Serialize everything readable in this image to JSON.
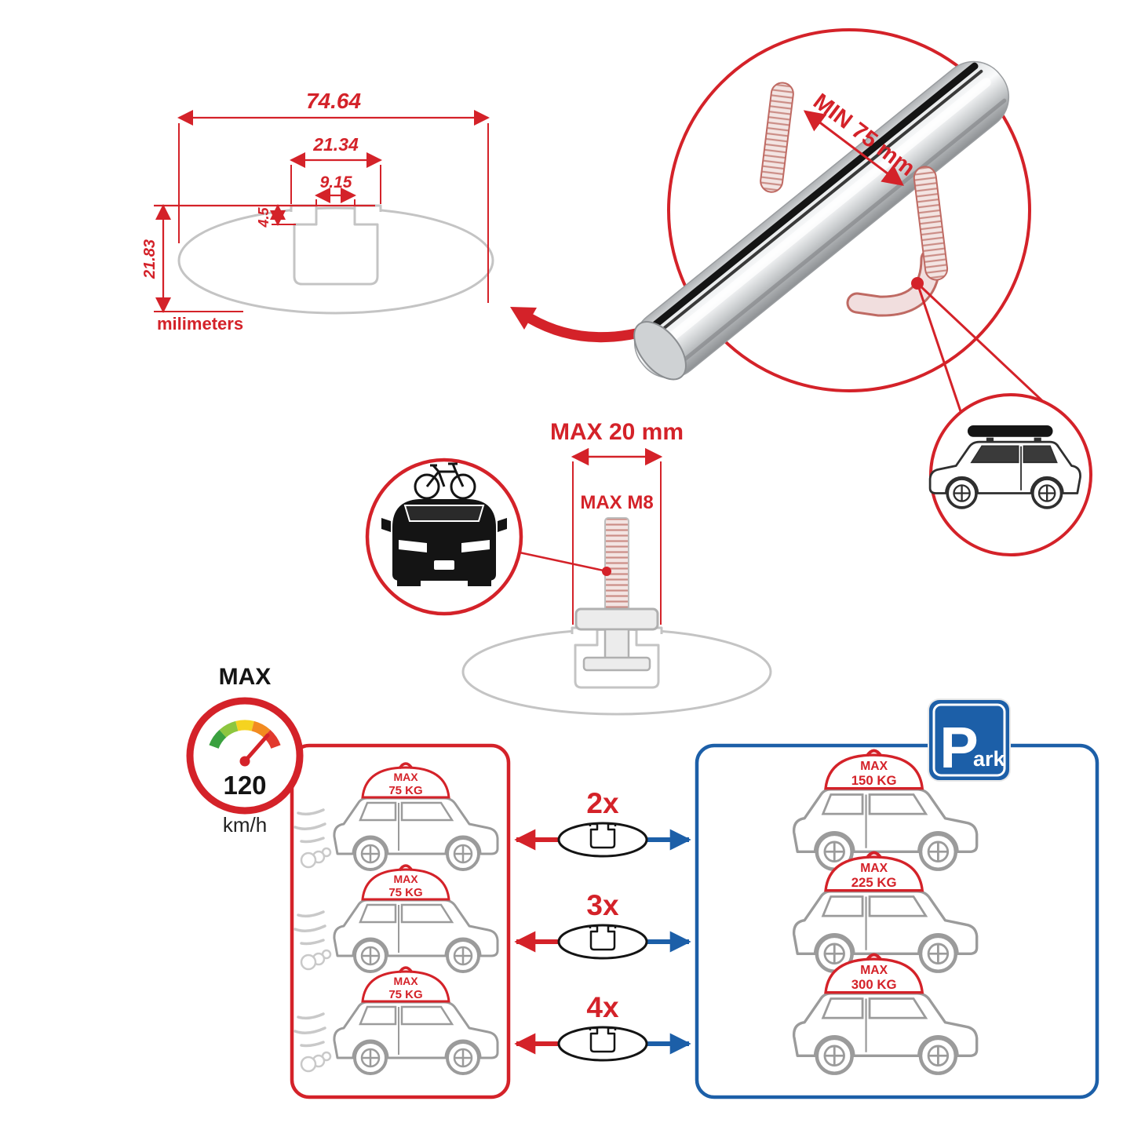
{
  "colors": {
    "accent_red": "#d42229",
    "accent_blue": "#1c5fa8",
    "diagram_gray": "#c4c4c4",
    "car_gray": "#9b9b9b"
  },
  "cross_section": {
    "dim_total_width": "74.64",
    "dim_slot_outer": "21.34",
    "dim_slot_inner": "9.15",
    "dim_lip_depth": "4.5",
    "dim_height": "21.83",
    "unit_label": "milimeters"
  },
  "bar_detail": {
    "min_clamp": "MIN 75 mm"
  },
  "bolt_detail": {
    "max_width": "MAX 20 mm",
    "max_thread": "MAX M8"
  },
  "speedometer": {
    "title": "MAX",
    "value": "120",
    "unit": "km/h"
  },
  "driving_panel": {
    "cars": [
      {
        "max": "MAX",
        "kg": "75 KG"
      },
      {
        "max": "MAX",
        "kg": "75 KG"
      },
      {
        "max": "MAX",
        "kg": "75 KG"
      }
    ]
  },
  "parked_panel": {
    "cars": [
      {
        "max": "MAX",
        "kg": "150 KG"
      },
      {
        "max": "MAX",
        "kg": "225 KG"
      },
      {
        "max": "MAX",
        "kg": "300 KG"
      }
    ]
  },
  "multipliers": [
    {
      "label": "2x"
    },
    {
      "label": "3x"
    },
    {
      "label": "4x"
    }
  ],
  "park_sign": {
    "big": "P",
    "small": "ark"
  }
}
